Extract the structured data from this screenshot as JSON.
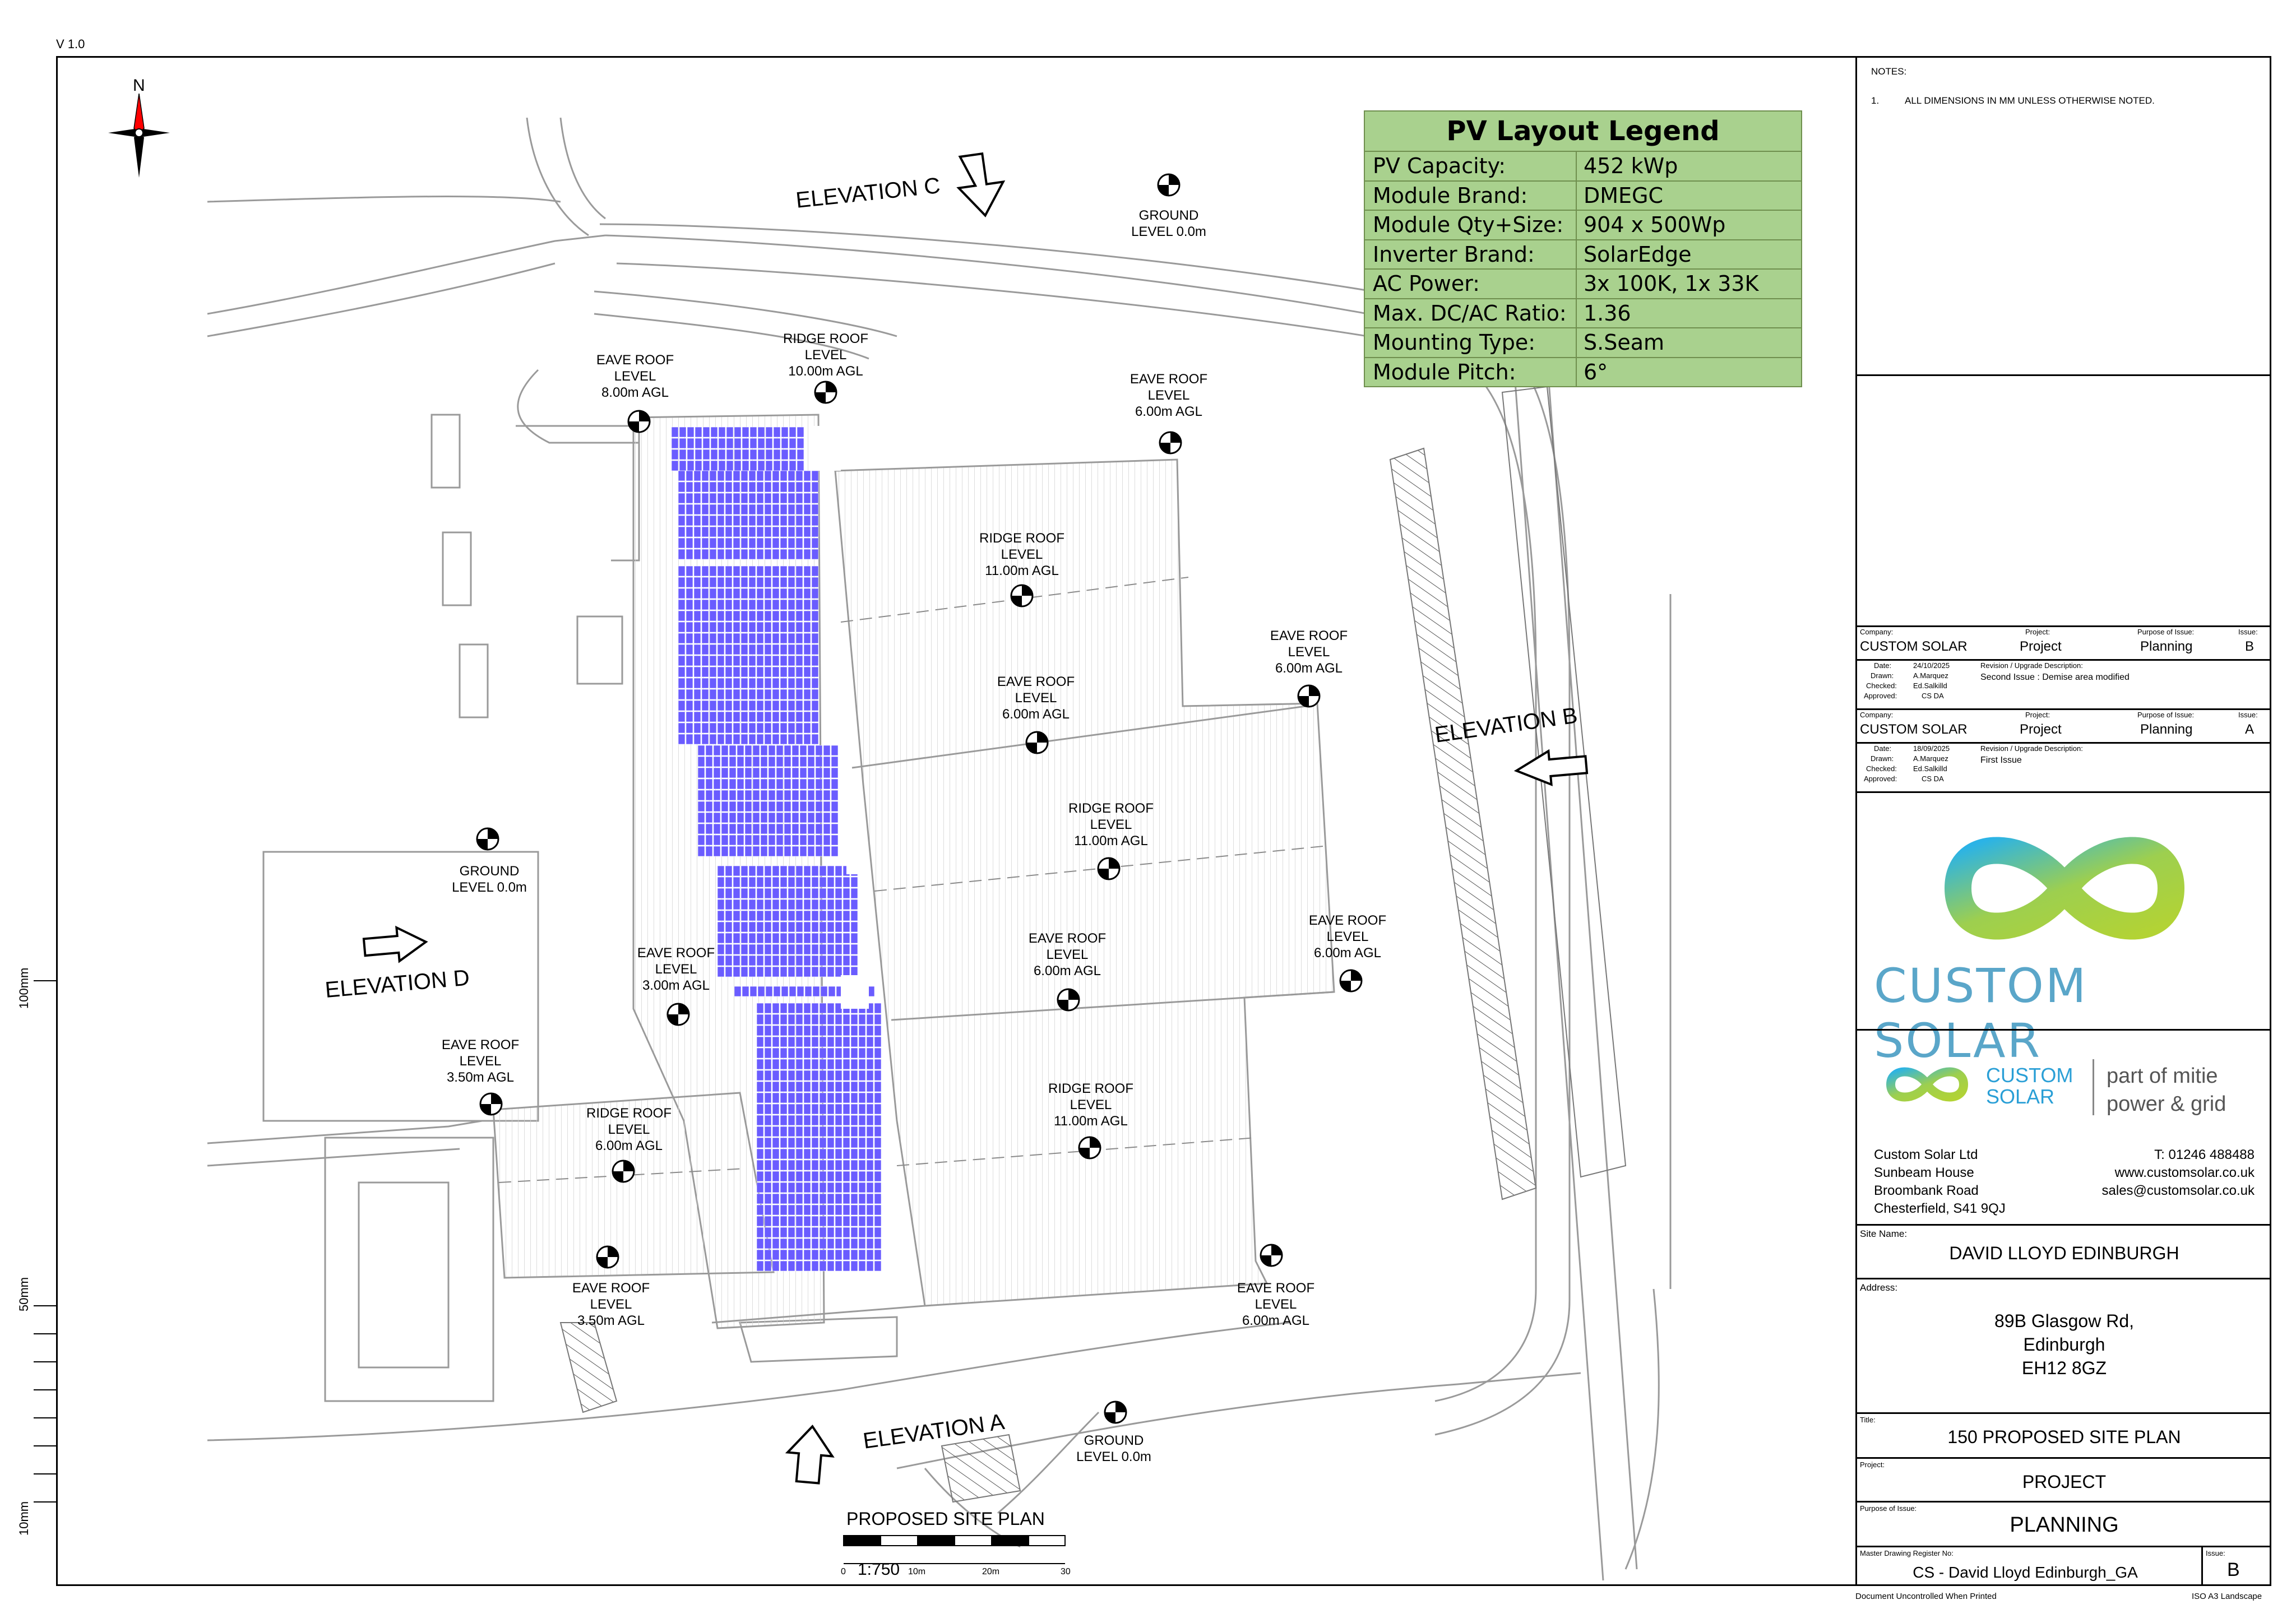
{
  "version": "V 1.0",
  "compass": {
    "label": "N"
  },
  "plan_title": "PROPOSED SITE PLAN",
  "scale": {
    "ratio": "1:750",
    "ticks": [
      "0",
      "10m",
      "20m",
      "30"
    ]
  },
  "elevations": [
    "ELEVATION A",
    "ELEVATION B",
    "ELEVATION C",
    "ELEVATION D"
  ],
  "level_markers": [
    "GROUND\nLEVEL 0.0m",
    "EAVE ROOF\nLEVEL\n8.00m AGL",
    "RIDGE ROOF\nLEVEL\n10.00m AGL",
    "EAVE ROOF\nLEVEL\n6.00m AGL",
    "RIDGE ROOF\nLEVEL\n11.00m AGL",
    "EAVE ROOF\nLEVEL\n6.00m AGL",
    "EAVE ROOF\nLEVEL\n6.00m AGL",
    "RIDGE ROOF\nLEVEL\n11.00m AGL",
    "GROUND\nLEVEL 0.0m",
    "EAVE ROOF\nLEVEL\n3.00m AGL",
    "EAVE ROOF\nLEVEL\n6.00m AGL",
    "EAVE ROOF\nLEVEL\n6.00m AGL",
    "EAVE ROOF\nLEVEL\n3.50m AGL",
    "RIDGE ROOF\nLEVEL\n6.00m AGL",
    "RIDGE ROOF\nLEVEL\n11.00m AGL",
    "EAVE ROOF\nLEVEL\n3.50m AGL",
    "EAVE ROOF\nLEVEL\n6.00m AGL",
    "GROUND\nLEVEL 0.0m"
  ],
  "margin_marks": [
    "100mm",
    "50mm",
    "10mm"
  ],
  "legend": {
    "title": "PV Layout Legend",
    "rows": [
      {
        "key": "PV Capacity:",
        "value": "452 kWp"
      },
      {
        "key": "Module Brand:",
        "value": "DMEGC"
      },
      {
        "key": "Module Qty+Size:",
        "value": "904 x 500Wp"
      },
      {
        "key": "Inverter Brand:",
        "value": "SolarEdge"
      },
      {
        "key": "AC Power:",
        "value": "3x 100K, 1x 33K"
      },
      {
        "key": "Max. DC/AC Ratio:",
        "value": "1.36"
      },
      {
        "key": "Mounting Type:",
        "value": "S.Seam"
      },
      {
        "key": "Module Pitch:",
        "value": "6°"
      }
    ]
  },
  "colors": {
    "pv_module": "#6a5cff",
    "legend_bg": "#a9d18e",
    "roof_line": "#bdbdbd"
  },
  "titleblock": {
    "notes_heading": "NOTES:",
    "notes": [
      {
        "num": "1.",
        "text": "ALL DIMENSIONS IN MM UNLESS OTHERWISE NOTED."
      }
    ],
    "revisions": [
      {
        "company_label": "Company:",
        "company": "CUSTOM SOLAR",
        "project_label": "Project:",
        "project": "Project",
        "purpose_label": "Purpose of Issue:",
        "purpose": "Planning",
        "issue_label": "Issue:",
        "issue": "B",
        "date_label": "Date:",
        "date": "24/10/2025",
        "drawn_label": "Drawn:",
        "drawn": "A.Marquez",
        "checked_label": "Checked:",
        "checked": "Ed.Salkilld",
        "approved_label": "Approved:",
        "approved": "CS DA",
        "desc_label": "Revision / Upgrade Description:",
        "desc": "Second Issue : Demise area modified"
      },
      {
        "company_label": "Company:",
        "company": "CUSTOM SOLAR",
        "project_label": "Project:",
        "project": "Project",
        "purpose_label": "Purpose of Issue:",
        "purpose": "Planning",
        "issue_label": "Issue:",
        "issue": "A",
        "date_label": "Date:",
        "date": "18/09/2025",
        "drawn_label": "Drawn:",
        "drawn": "A.Marquez",
        "checked_label": "Checked:",
        "checked": "Ed.Salkilld",
        "approved_label": "Approved:",
        "approved": "CS DA",
        "desc_label": "Revision / Upgrade Description:",
        "desc": "First Issue"
      }
    ],
    "logo_text": "CUSTOM SOLAR",
    "small_logo": {
      "line1": "CUSTOM",
      "line2": "SOLAR",
      "tag1": "part of mitie",
      "tag2": "power & grid"
    },
    "address_block": {
      "left": [
        "Custom Solar Ltd",
        "Sunbeam House",
        "Broombank Road",
        "Chesterfield, S41 9QJ"
      ],
      "right": [
        "T: 01246 488488",
        "www.customsolar.co.uk",
        "sales@customsolar.co.uk"
      ]
    },
    "site_name_label": "Site Name:",
    "site_name": "DAVID LLOYD EDINBURGH",
    "address_label": "Address:",
    "address": [
      "89B Glasgow Rd,",
      "Edinburgh",
      "EH12 8GZ"
    ],
    "title_label": "Title:",
    "title": "150 PROPOSED SITE PLAN",
    "project_label": "Project:",
    "project": "PROJECT",
    "purpose_label": "Purpose of Issue:",
    "purpose": "PLANNING",
    "mdr_label": "Master Drawing Register No:",
    "mdr": "CS - David Lloyd Edinburgh_GA",
    "issue_label": "Issue:",
    "issue": "B",
    "footer_left": "Document Uncontrolled When Printed",
    "footer_right": "ISO A3 Landscape"
  }
}
